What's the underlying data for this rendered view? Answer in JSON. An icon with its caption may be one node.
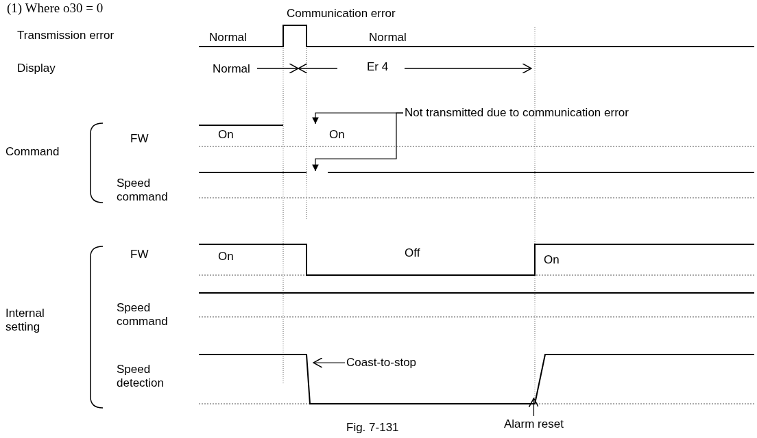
{
  "diagram": {
    "caption": "Fig. 7-131",
    "nodes": [
      {
        "text": [
          "Not transmitted due to communication error"
        ]
      },
      {
        "text": [
          "Coast-to-stop"
        ]
      },
      {
        "text": [
          "Alarm reset"
        ]
      }
    ],
    "edges": [
      {
        "from": 0,
        "to": null,
        "arrow": "to"
      },
      {
        "from": 0,
        "to": null,
        "arrow": "to"
      },
      {
        "from": 1,
        "to": null,
        "arrow": "to"
      },
      {
        "from": 2,
        "to": null,
        "arrow": "to"
      }
    ],
    "labels": [
      "(1) Where o30 = 0",
      "Communication error",
      "Transmission error",
      "Normal",
      "Normal",
      "Display",
      "Normal",
      "Er 4",
      "Command",
      "FW",
      "On",
      "On",
      "Speed command",
      "FW",
      "On",
      "Off",
      "On",
      "Internal setting",
      "Speed command",
      "Speed detection"
    ]
  }
}
